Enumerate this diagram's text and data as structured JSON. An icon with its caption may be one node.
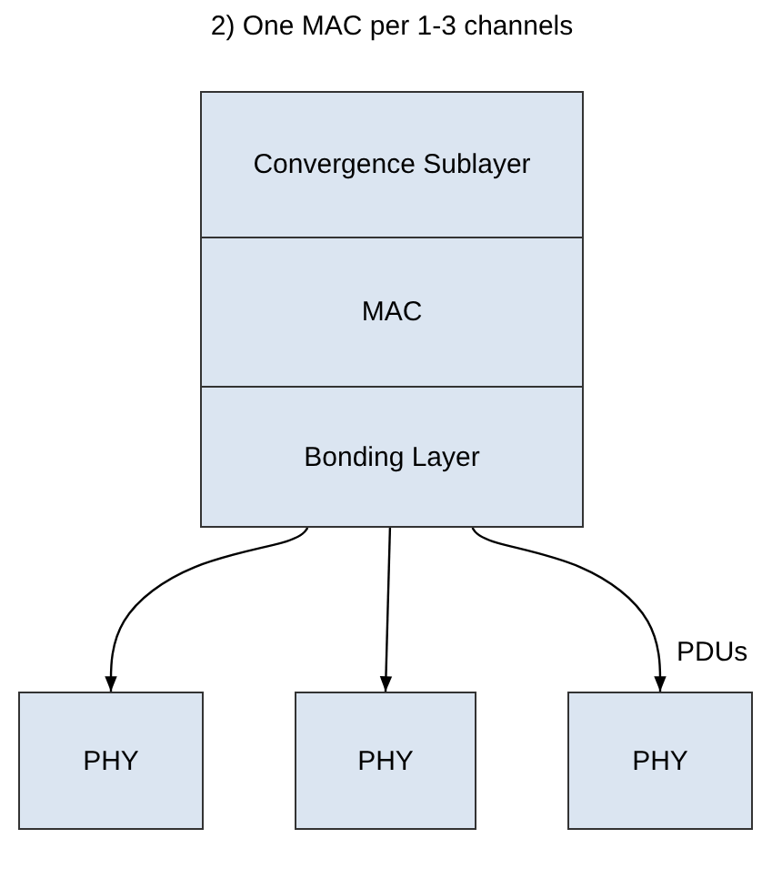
{
  "diagram": {
    "nodes": [
      {
        "text": [
          "2) One MAC per 1-3 channels"
        ]
      },
      {
        "text": [
          "Convergence Sublayer"
        ],
        "in": 0
      },
      {
        "text": [
          "MAC"
        ],
        "in": 0
      },
      {
        "text": [
          "Bonding Layer"
        ],
        "in": 0
      },
      {
        "text": [
          "PHY"
        ]
      },
      {
        "text": [
          "PHY"
        ]
      },
      {
        "text": [
          "PHY"
        ]
      }
    ],
    "edges": [
      {
        "from": 3,
        "to": 4,
        "arrow": "to"
      },
      {
        "from": 3,
        "to": 5,
        "arrow": "to"
      },
      {
        "from": 3,
        "to": 6,
        "arrow": "to"
      }
    ],
    "labels": [
      "PDUs"
    ]
  }
}
